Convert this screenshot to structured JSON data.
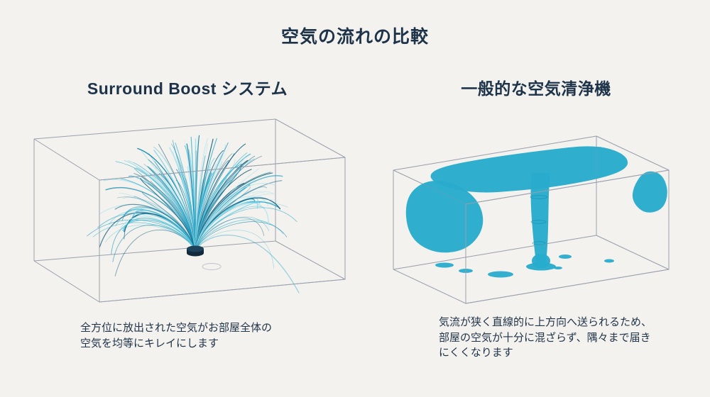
{
  "page": {
    "title": "空気の流れの比較",
    "background_color": "#f4f2ee",
    "text_color": "#1d3349",
    "accent_teal": "#28abcc",
    "flow_shades": [
      "#0d86ac",
      "#1ba4c7",
      "#3ebad7",
      "#77d2e5",
      "#a9e4ef",
      "#155e7d"
    ],
    "wireframe_color": "#99a1af"
  },
  "left_panel": {
    "heading": "Surround Boost システム",
    "caption_lines": [
      "全方位に放出された空気がお部屋全体の",
      "空気を均等にキレイにします"
    ]
  },
  "right_panel": {
    "heading": "一般的な空気清浄機",
    "caption_lines": [
      "気流が狭く直線的に上方向へ送られるため、",
      "部屋の空気が十分に混ざらず、隅々まで届き",
      "にくくなります"
    ]
  }
}
